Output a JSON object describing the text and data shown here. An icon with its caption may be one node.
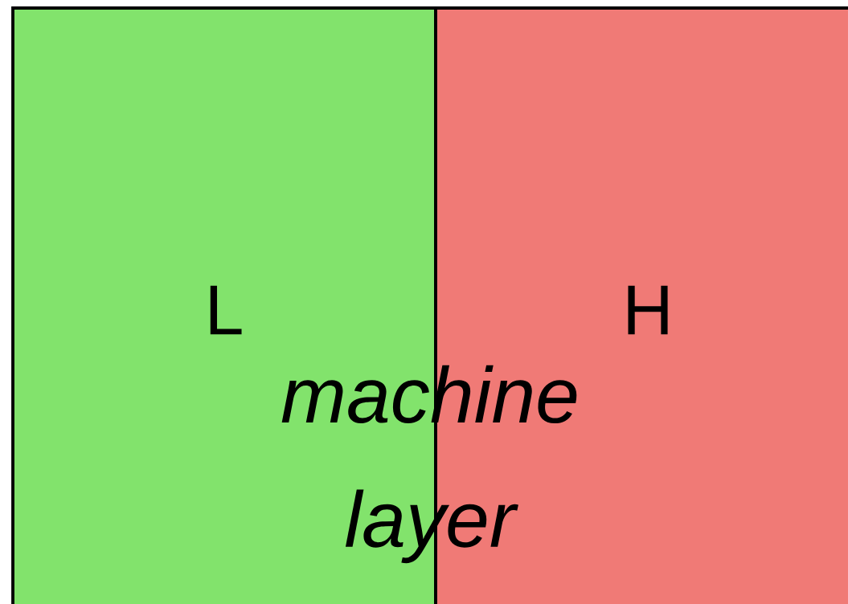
{
  "diagram": {
    "nodes": [
      {
        "text": [
          "L"
        ]
      },
      {
        "text": [
          "H"
        ]
      }
    ],
    "labels": [
      "machine layer"
    ]
  }
}
